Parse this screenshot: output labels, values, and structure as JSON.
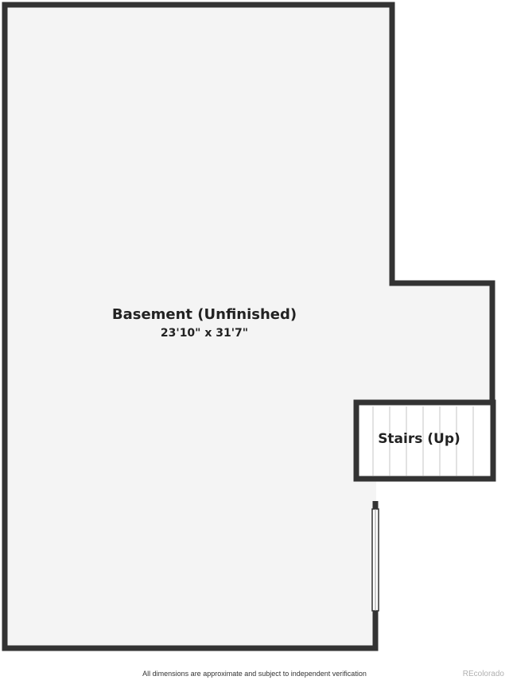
{
  "floorplan": {
    "rooms": [
      {
        "id": "basement",
        "name": "Basement (Unfinished)",
        "dimensions": "23'10\" x 31'7\""
      },
      {
        "id": "stairs",
        "name": "Stairs (Up)"
      }
    ]
  },
  "footer": {
    "disclaimer": "All dimensions are approximate and subject to independent verification",
    "watermark": "REcolorado"
  },
  "colors": {
    "wall": "#333333",
    "floor": "#f4f4f4",
    "stair_lines": "#cfcfcf",
    "text": "#222222"
  }
}
